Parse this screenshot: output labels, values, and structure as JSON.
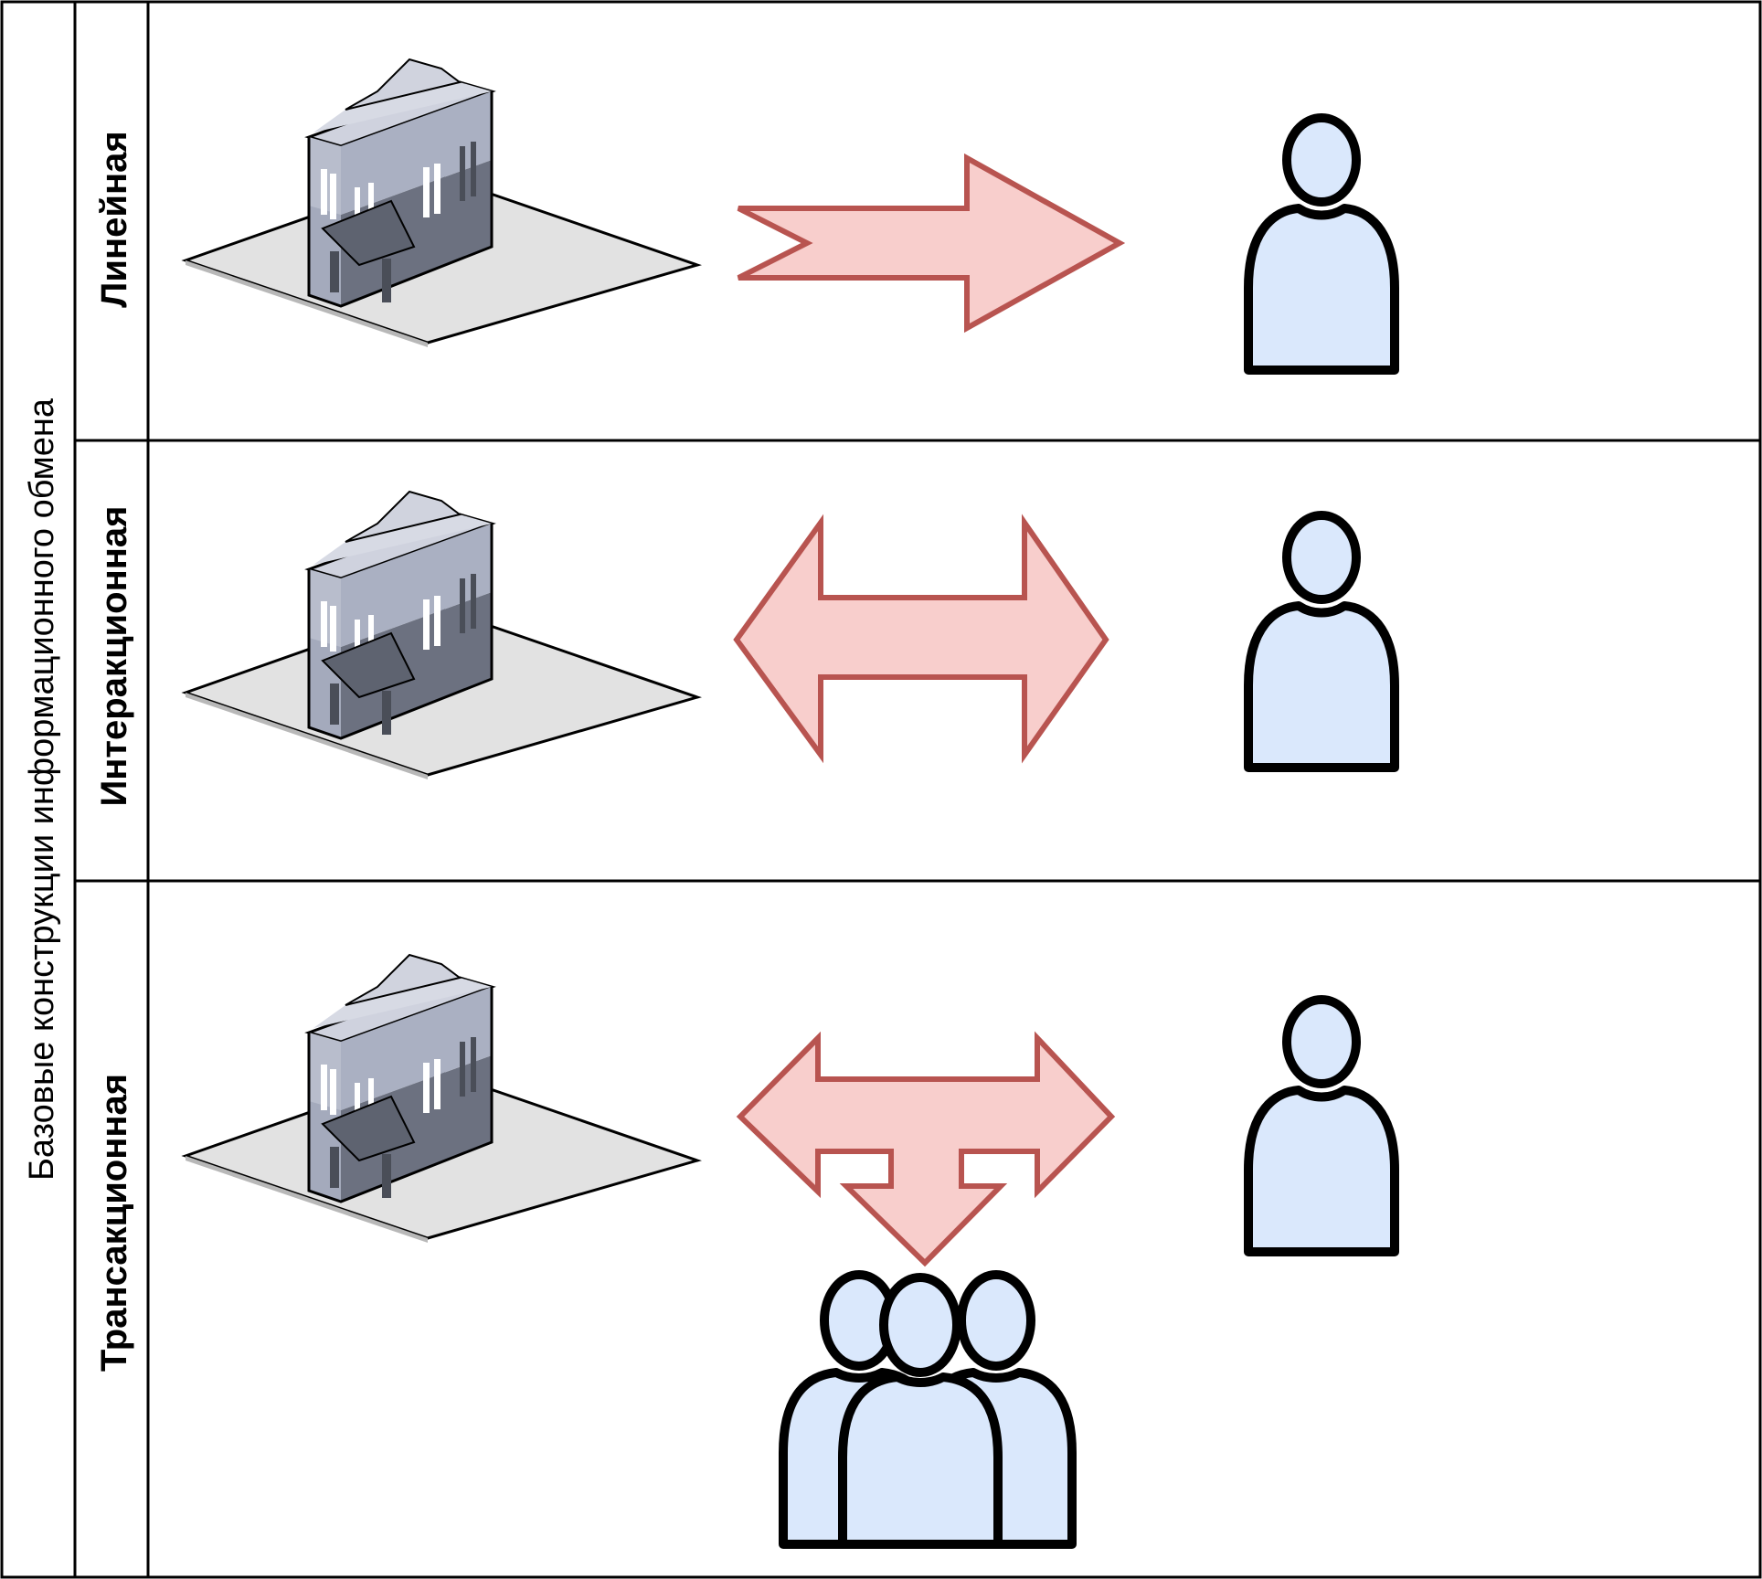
{
  "title": "Базовые конструкции информационного обмена",
  "colors": {
    "border": "#000000",
    "arrow_fill": "#f8cecc",
    "arrow_stroke": "#b85450",
    "person_fill": "#dae8fc",
    "person_stroke": "#000000",
    "building_roof": "#c4c8d8",
    "building_wall": "#8c93a8",
    "building_ground": "#e0e0e0"
  },
  "rows": [
    {
      "label": "Линейная",
      "source_icon": "building-icon",
      "arrow_icon": "right-arrow-icon",
      "target_icon": "person-icon"
    },
    {
      "label": "Интеракционная",
      "source_icon": "building-icon",
      "arrow_icon": "double-arrow-icon",
      "target_icon": "person-icon"
    },
    {
      "label": "Трансакционная",
      "source_icon": "building-icon",
      "arrow_icon": "three-way-arrow-icon",
      "target_icon": "person-icon",
      "extra_icon": "people-group-icon"
    }
  ]
}
